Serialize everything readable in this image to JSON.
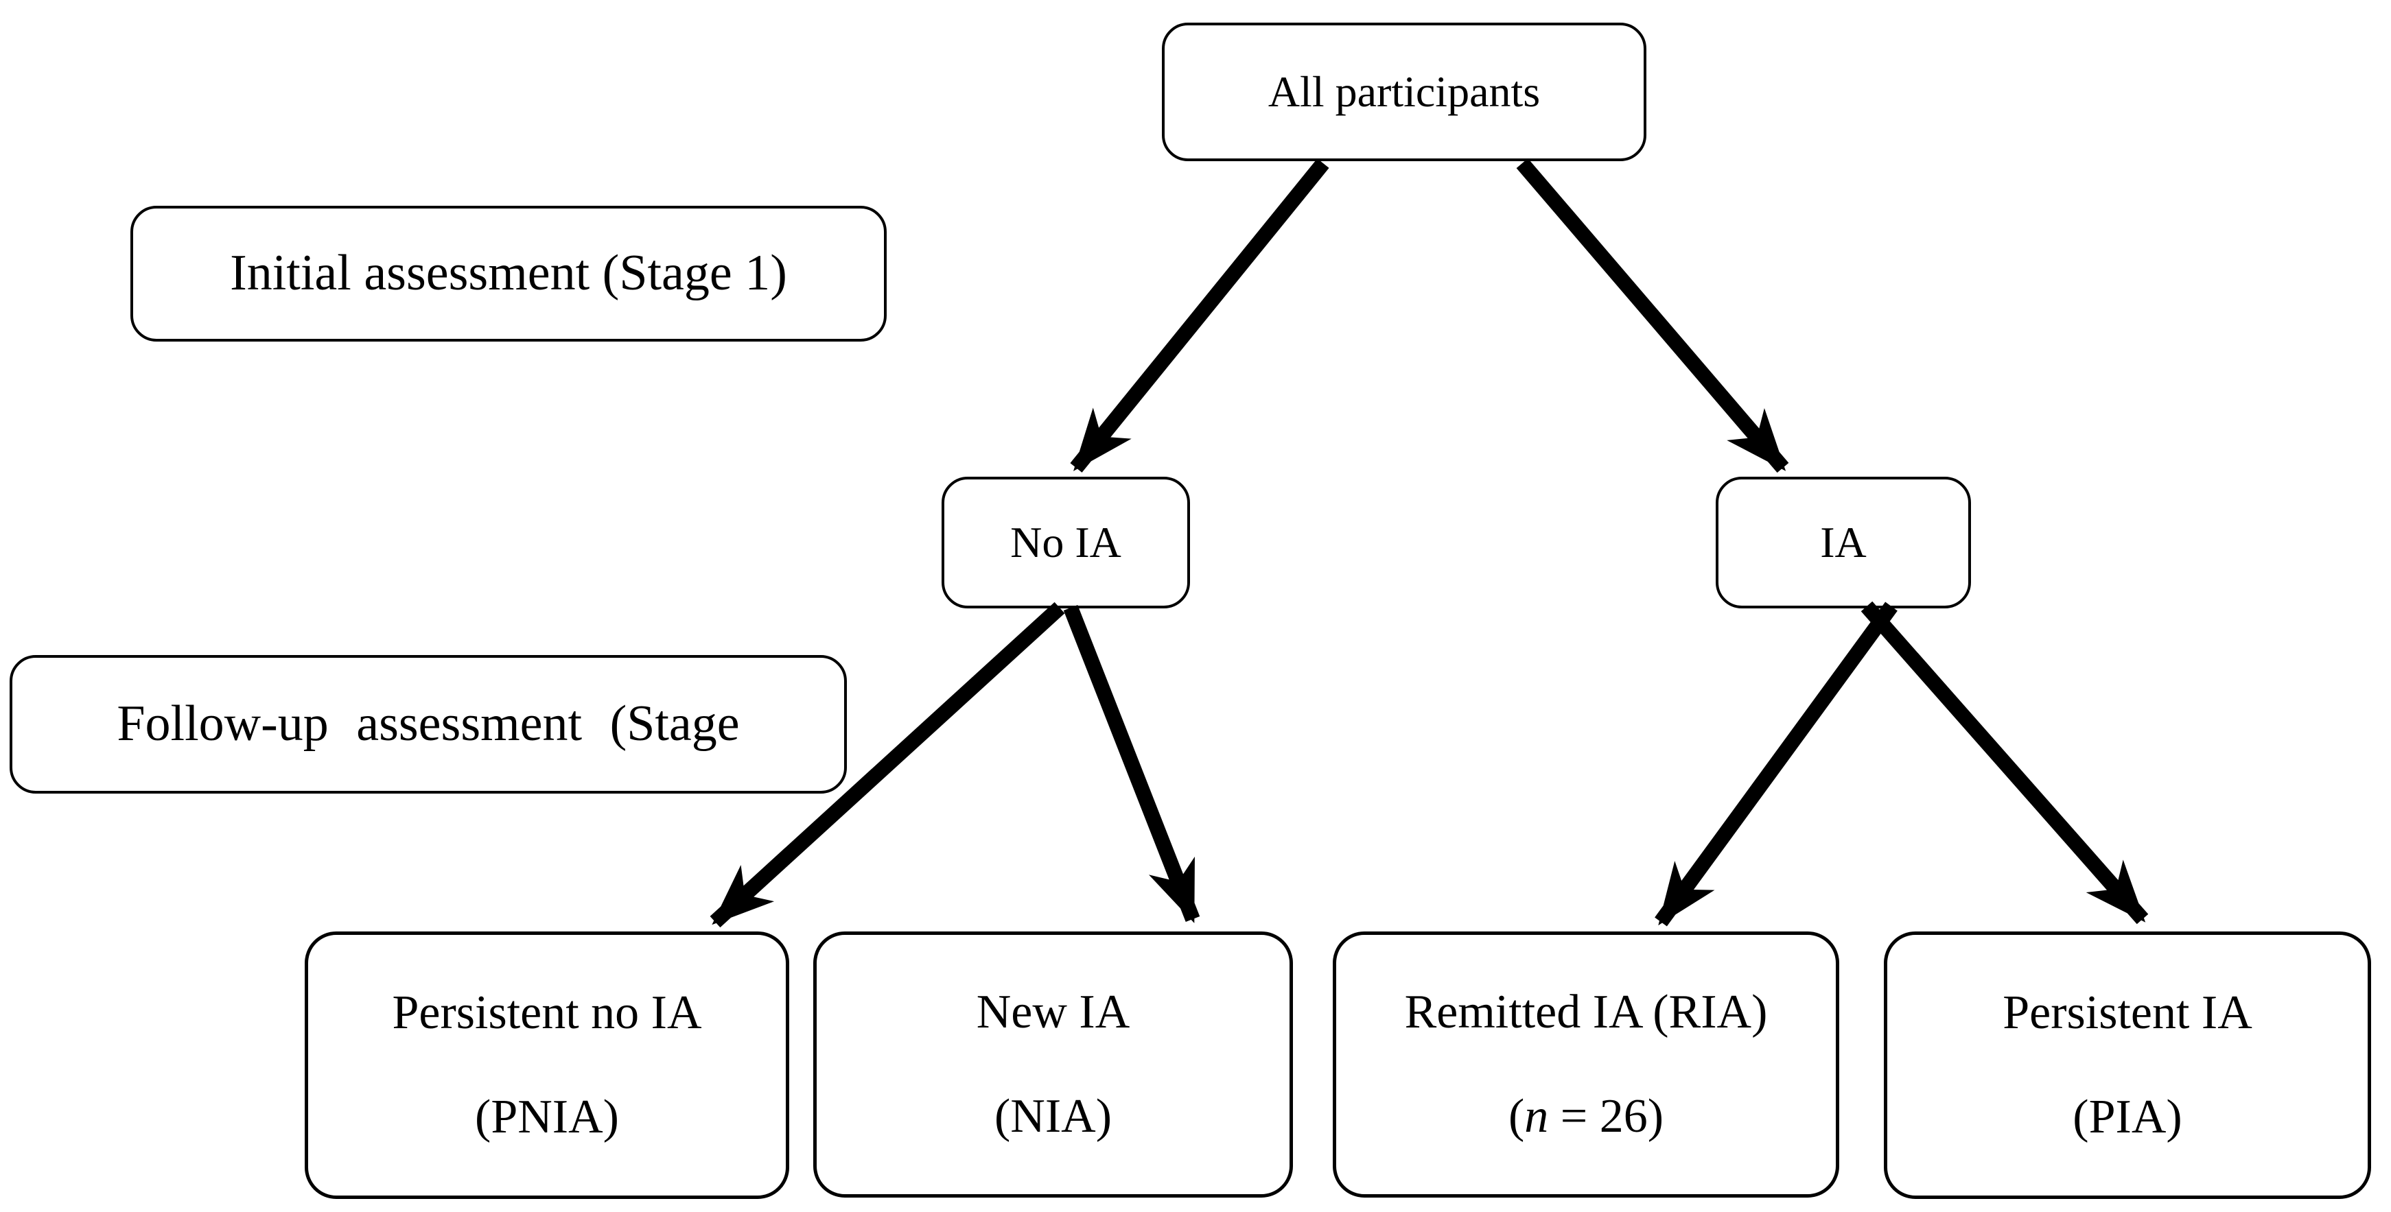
{
  "diagram": {
    "stage_labels": {
      "stage1": "Initial assessment (Stage 1)",
      "stage2": "Follow-up assessment (Stage"
    },
    "nodes": {
      "all_participants": {
        "label": "All participants"
      },
      "no_ia": {
        "label": "No IA"
      },
      "ia": {
        "label": "IA"
      },
      "pnia": {
        "line1": "Persistent no IA",
        "line2": "(PNIA)"
      },
      "nia": {
        "line1": "New IA",
        "line2": "(NIA)"
      },
      "ria": {
        "line1": "Remitted IA (RIA)",
        "line2_prefix": "(",
        "line2_italic": "n",
        "line2_suffix": " = 26)"
      },
      "pia": {
        "line1": "Persistent IA",
        "line2": "(PIA)"
      }
    },
    "edges": [
      {
        "from": "All participants",
        "to": "No IA"
      },
      {
        "from": "All participants",
        "to": "IA"
      },
      {
        "from": "No IA",
        "to": "Persistent no IA (PNIA)"
      },
      {
        "from": "No IA",
        "to": "New IA (NIA)"
      },
      {
        "from": "IA",
        "to": "Remitted IA (RIA)"
      },
      {
        "from": "IA",
        "to": "Persistent IA (PIA)"
      }
    ],
    "colors": {
      "stroke": "#000000",
      "fill": "#ffffff",
      "text": "#000000",
      "background": "#ffffff"
    }
  }
}
